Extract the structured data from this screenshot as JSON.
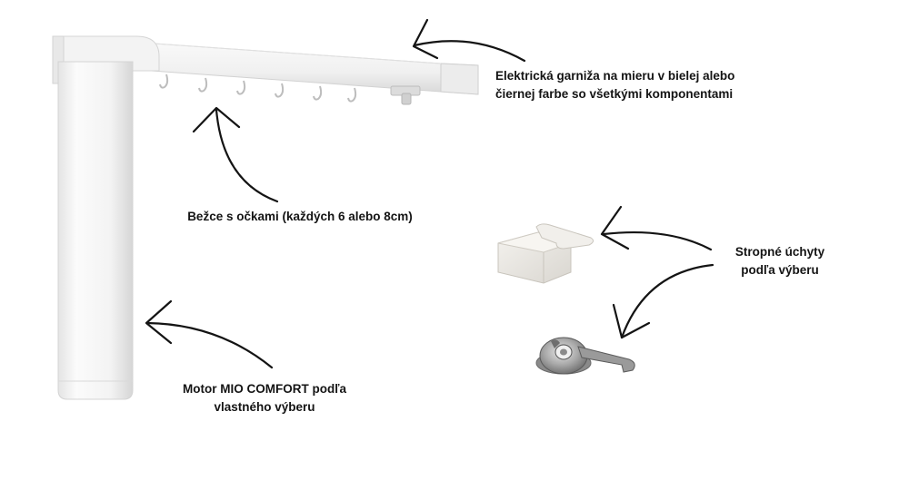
{
  "labels": {
    "track": {
      "line1": "Elektrická garniža na mieru v bielej alebo",
      "line2": "čiernej farbe so všetkými komponentami"
    },
    "runners": {
      "line1": "Bežce s očkami (každých 6 alebo 8cm)"
    },
    "brackets": {
      "line1": "Stropné úchyty",
      "line2": "podľa výberu"
    },
    "motor": {
      "line1": "Motor MIO COMFORT podľa",
      "line2": "vlastného výberu"
    }
  },
  "icons": {
    "track": "curtain-track-image",
    "motor": "motor-image",
    "ceiling_bracket": "ceiling-bracket-image",
    "clip_bracket": "clip-bracket-image",
    "arrow": "arrow-icon"
  },
  "colors": {
    "background": "#ffffff",
    "text": "#141414",
    "product_white": "#f4f4f4"
  }
}
